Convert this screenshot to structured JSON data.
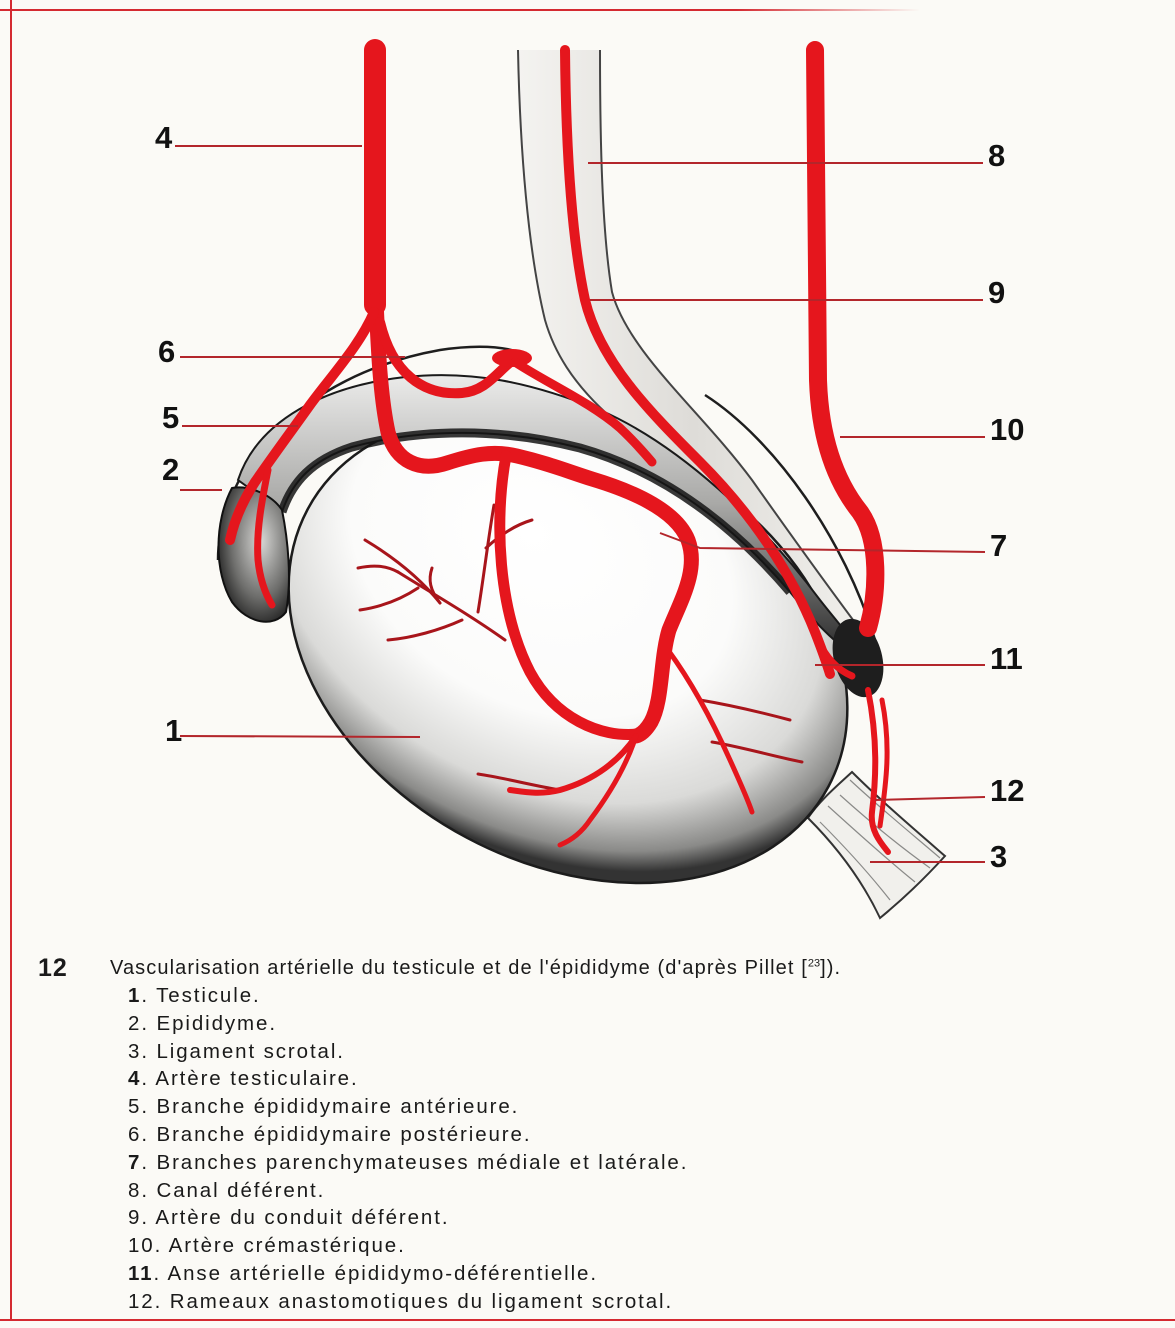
{
  "figure": {
    "labels": {
      "1": "1",
      "2": "2",
      "3": "3",
      "4": "4",
      "5": "5",
      "6": "6",
      "7": "7",
      "8": "8",
      "9": "9",
      "10": "10",
      "11": "11",
      "12": "12"
    }
  },
  "caption": {
    "number": "12",
    "text_before_ref": "Vascularisation artérielle du testicule et de l'épididyme (d'après Pillet [",
    "ref": "23",
    "text_after_ref": "]).",
    "items": [
      {
        "num": "1",
        "text": ". Testicule."
      },
      {
        "num": "2",
        "text": ". Epididyme."
      },
      {
        "num": "3",
        "text": ". Ligament scrotal."
      },
      {
        "num": "4",
        "text": ". Artère testiculaire."
      },
      {
        "num": "5",
        "text": ". Branche épididymaire antérieure."
      },
      {
        "num": "6",
        "text": ". Branche épididymaire postérieure."
      },
      {
        "num": "7",
        "text": ". Branches parenchymateuses médiale et latérale."
      },
      {
        "num": "8",
        "text": ". Canal déférent."
      },
      {
        "num": "9",
        "text": ". Artère du conduit déférent."
      },
      {
        "num": "10",
        "text": ". Artère crémastérique."
      },
      {
        "num": "11",
        "text": ". Anse artérielle épididymo-déférentielle."
      },
      {
        "num": "12",
        "text": ". Rameaux anastomotiques du ligament scrotal."
      }
    ]
  },
  "colors": {
    "artery": "#e5161d",
    "leader": "#b3262b",
    "frame": "#d42a31",
    "branch": "#a8151b"
  }
}
